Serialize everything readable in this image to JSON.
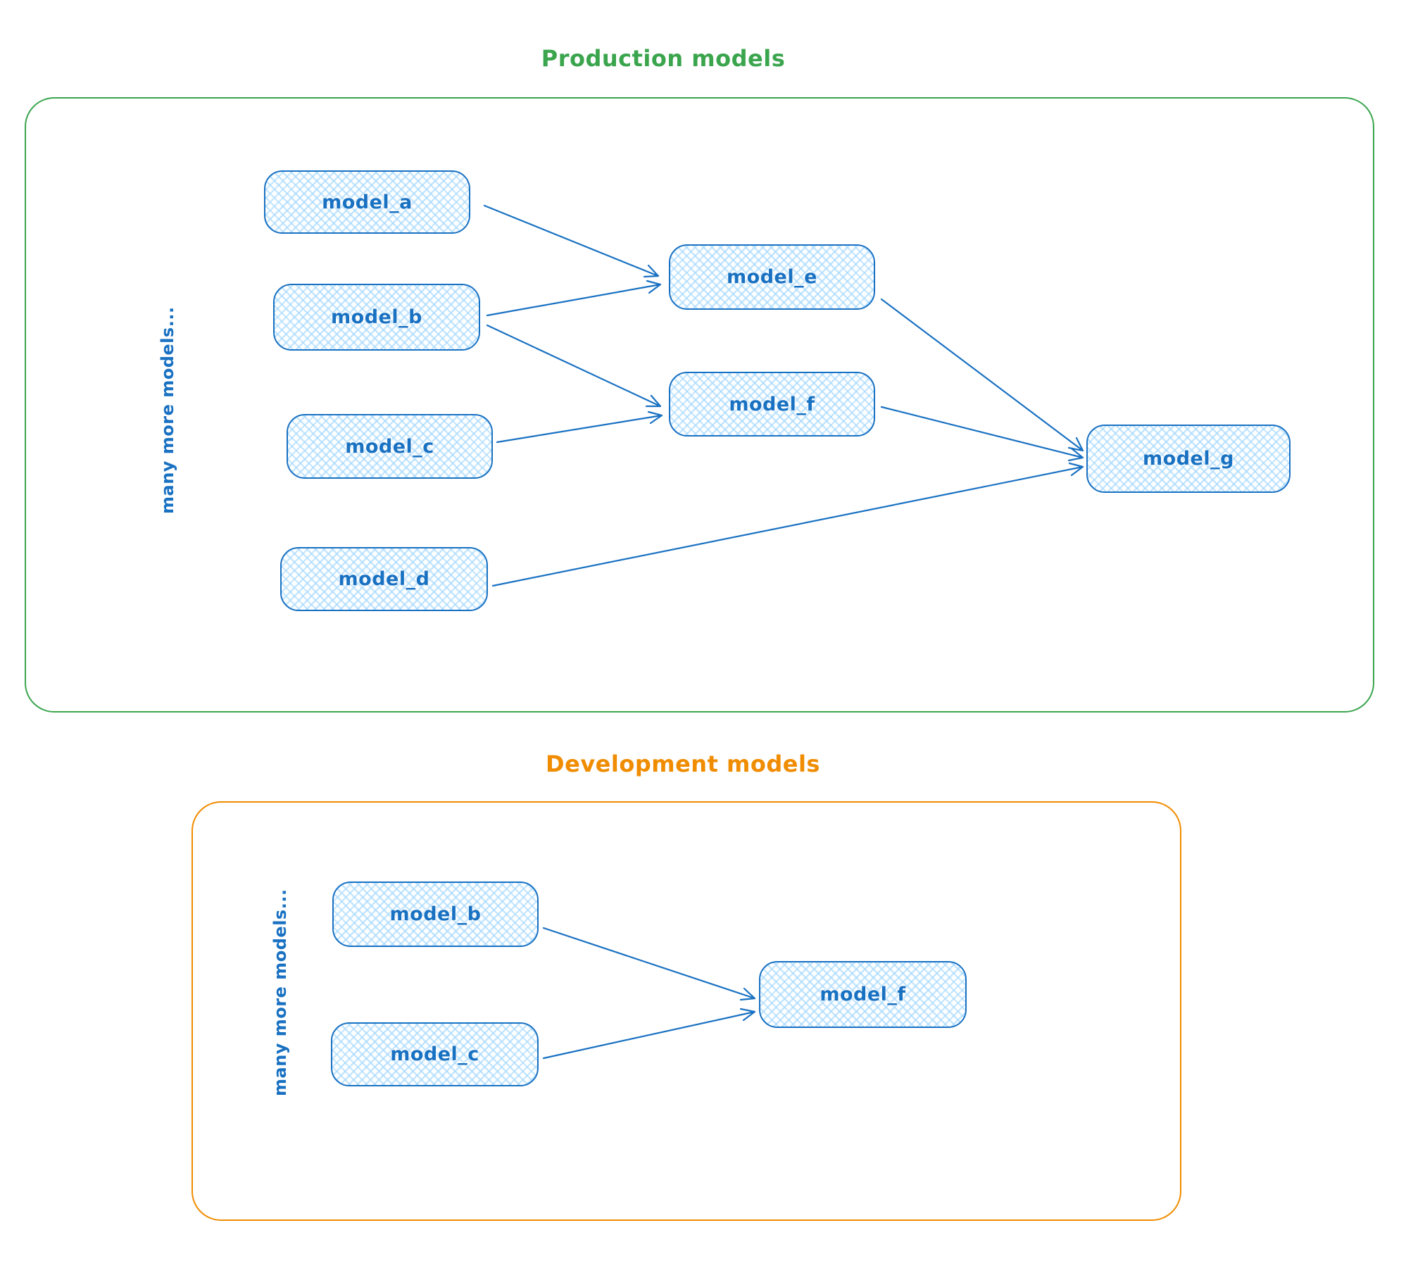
{
  "diagram": {
    "background_color": "#ffffff",
    "style": "hand-drawn-sketch"
  },
  "node_style": {
    "stroke_color": "#1971c2",
    "fill_color": "#a5d8ff",
    "fill_style": "cross-hatch"
  },
  "production": {
    "title": "Production models",
    "accent_color": "#3ba54e",
    "side_note": "many more models...",
    "nodes": [
      {
        "id": "model_a",
        "label": "model_a"
      },
      {
        "id": "model_b",
        "label": "model_b"
      },
      {
        "id": "model_c",
        "label": "model_c"
      },
      {
        "id": "model_d",
        "label": "model_d"
      },
      {
        "id": "model_e",
        "label": "model_e"
      },
      {
        "id": "model_f",
        "label": "model_f"
      },
      {
        "id": "model_g",
        "label": "model_g"
      }
    ],
    "edges": [
      {
        "from": "model_a",
        "to": "model_e"
      },
      {
        "from": "model_b",
        "to": "model_e"
      },
      {
        "from": "model_b",
        "to": "model_f"
      },
      {
        "from": "model_c",
        "to": "model_f"
      },
      {
        "from": "model_e",
        "to": "model_g"
      },
      {
        "from": "model_f",
        "to": "model_g"
      },
      {
        "from": "model_d",
        "to": "model_g"
      }
    ]
  },
  "development": {
    "title": "Development models",
    "accent_color": "#f08c00",
    "side_note": "many more models...",
    "nodes": [
      {
        "id": "model_b",
        "label": "model_b"
      },
      {
        "id": "model_c",
        "label": "model_c"
      },
      {
        "id": "model_f",
        "label": "model_f"
      }
    ],
    "edges": [
      {
        "from": "model_b",
        "to": "model_f"
      },
      {
        "from": "model_c",
        "to": "model_f"
      }
    ]
  }
}
